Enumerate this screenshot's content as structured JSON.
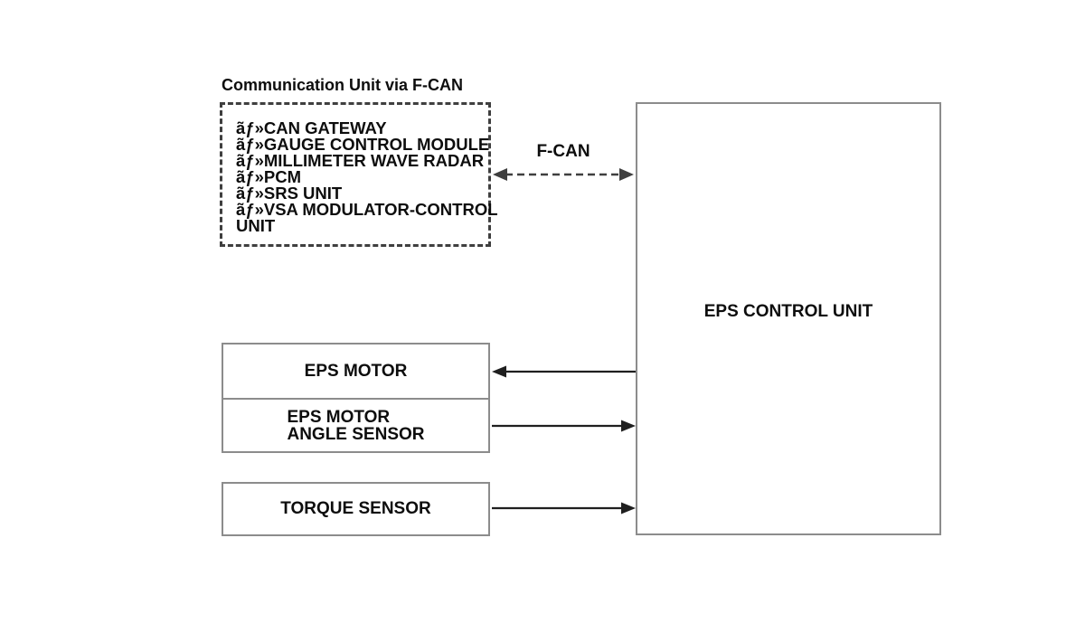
{
  "diagram": {
    "title": "Communication Unit via F-CAN",
    "bus_label": "F-CAN",
    "comm_unit": {
      "lines": [
        "ãƒ»CAN GATEWAY",
        "ãƒ»GAUGE CONTROL MODULE",
        "ãƒ»MILLIMETER WAVE RADAR",
        "ãƒ»PCM",
        "ãƒ»SRS UNIT",
        "ãƒ»VSA MODULATOR-CONTROL",
        "UNIT"
      ]
    },
    "boxes": {
      "eps_control_unit": "EPS CONTROL UNIT",
      "eps_motor": "EPS MOTOR",
      "eps_motor_angle_sensor": [
        "EPS MOTOR",
        "ANGLE SENSOR"
      ],
      "torque_sensor": "TORQUE SENSOR"
    },
    "connections": [
      {
        "from": "communication-unit",
        "to": "eps-control-unit",
        "style": "dashed",
        "direction": "both",
        "label": "F-CAN"
      },
      {
        "from": "eps-control-unit",
        "to": "eps-motor",
        "style": "solid",
        "direction": "to"
      },
      {
        "from": "eps-motor-angle-sensor",
        "to": "eps-control-unit",
        "style": "solid",
        "direction": "to"
      },
      {
        "from": "torque-sensor",
        "to": "eps-control-unit",
        "style": "solid",
        "direction": "to"
      }
    ],
    "colors": {
      "background": "#ffffff",
      "box_border": "#8c8c8c",
      "dashed_border": "#3f3f3f",
      "arrow": "#1f1f1f",
      "text": "#0d0d0d"
    }
  }
}
